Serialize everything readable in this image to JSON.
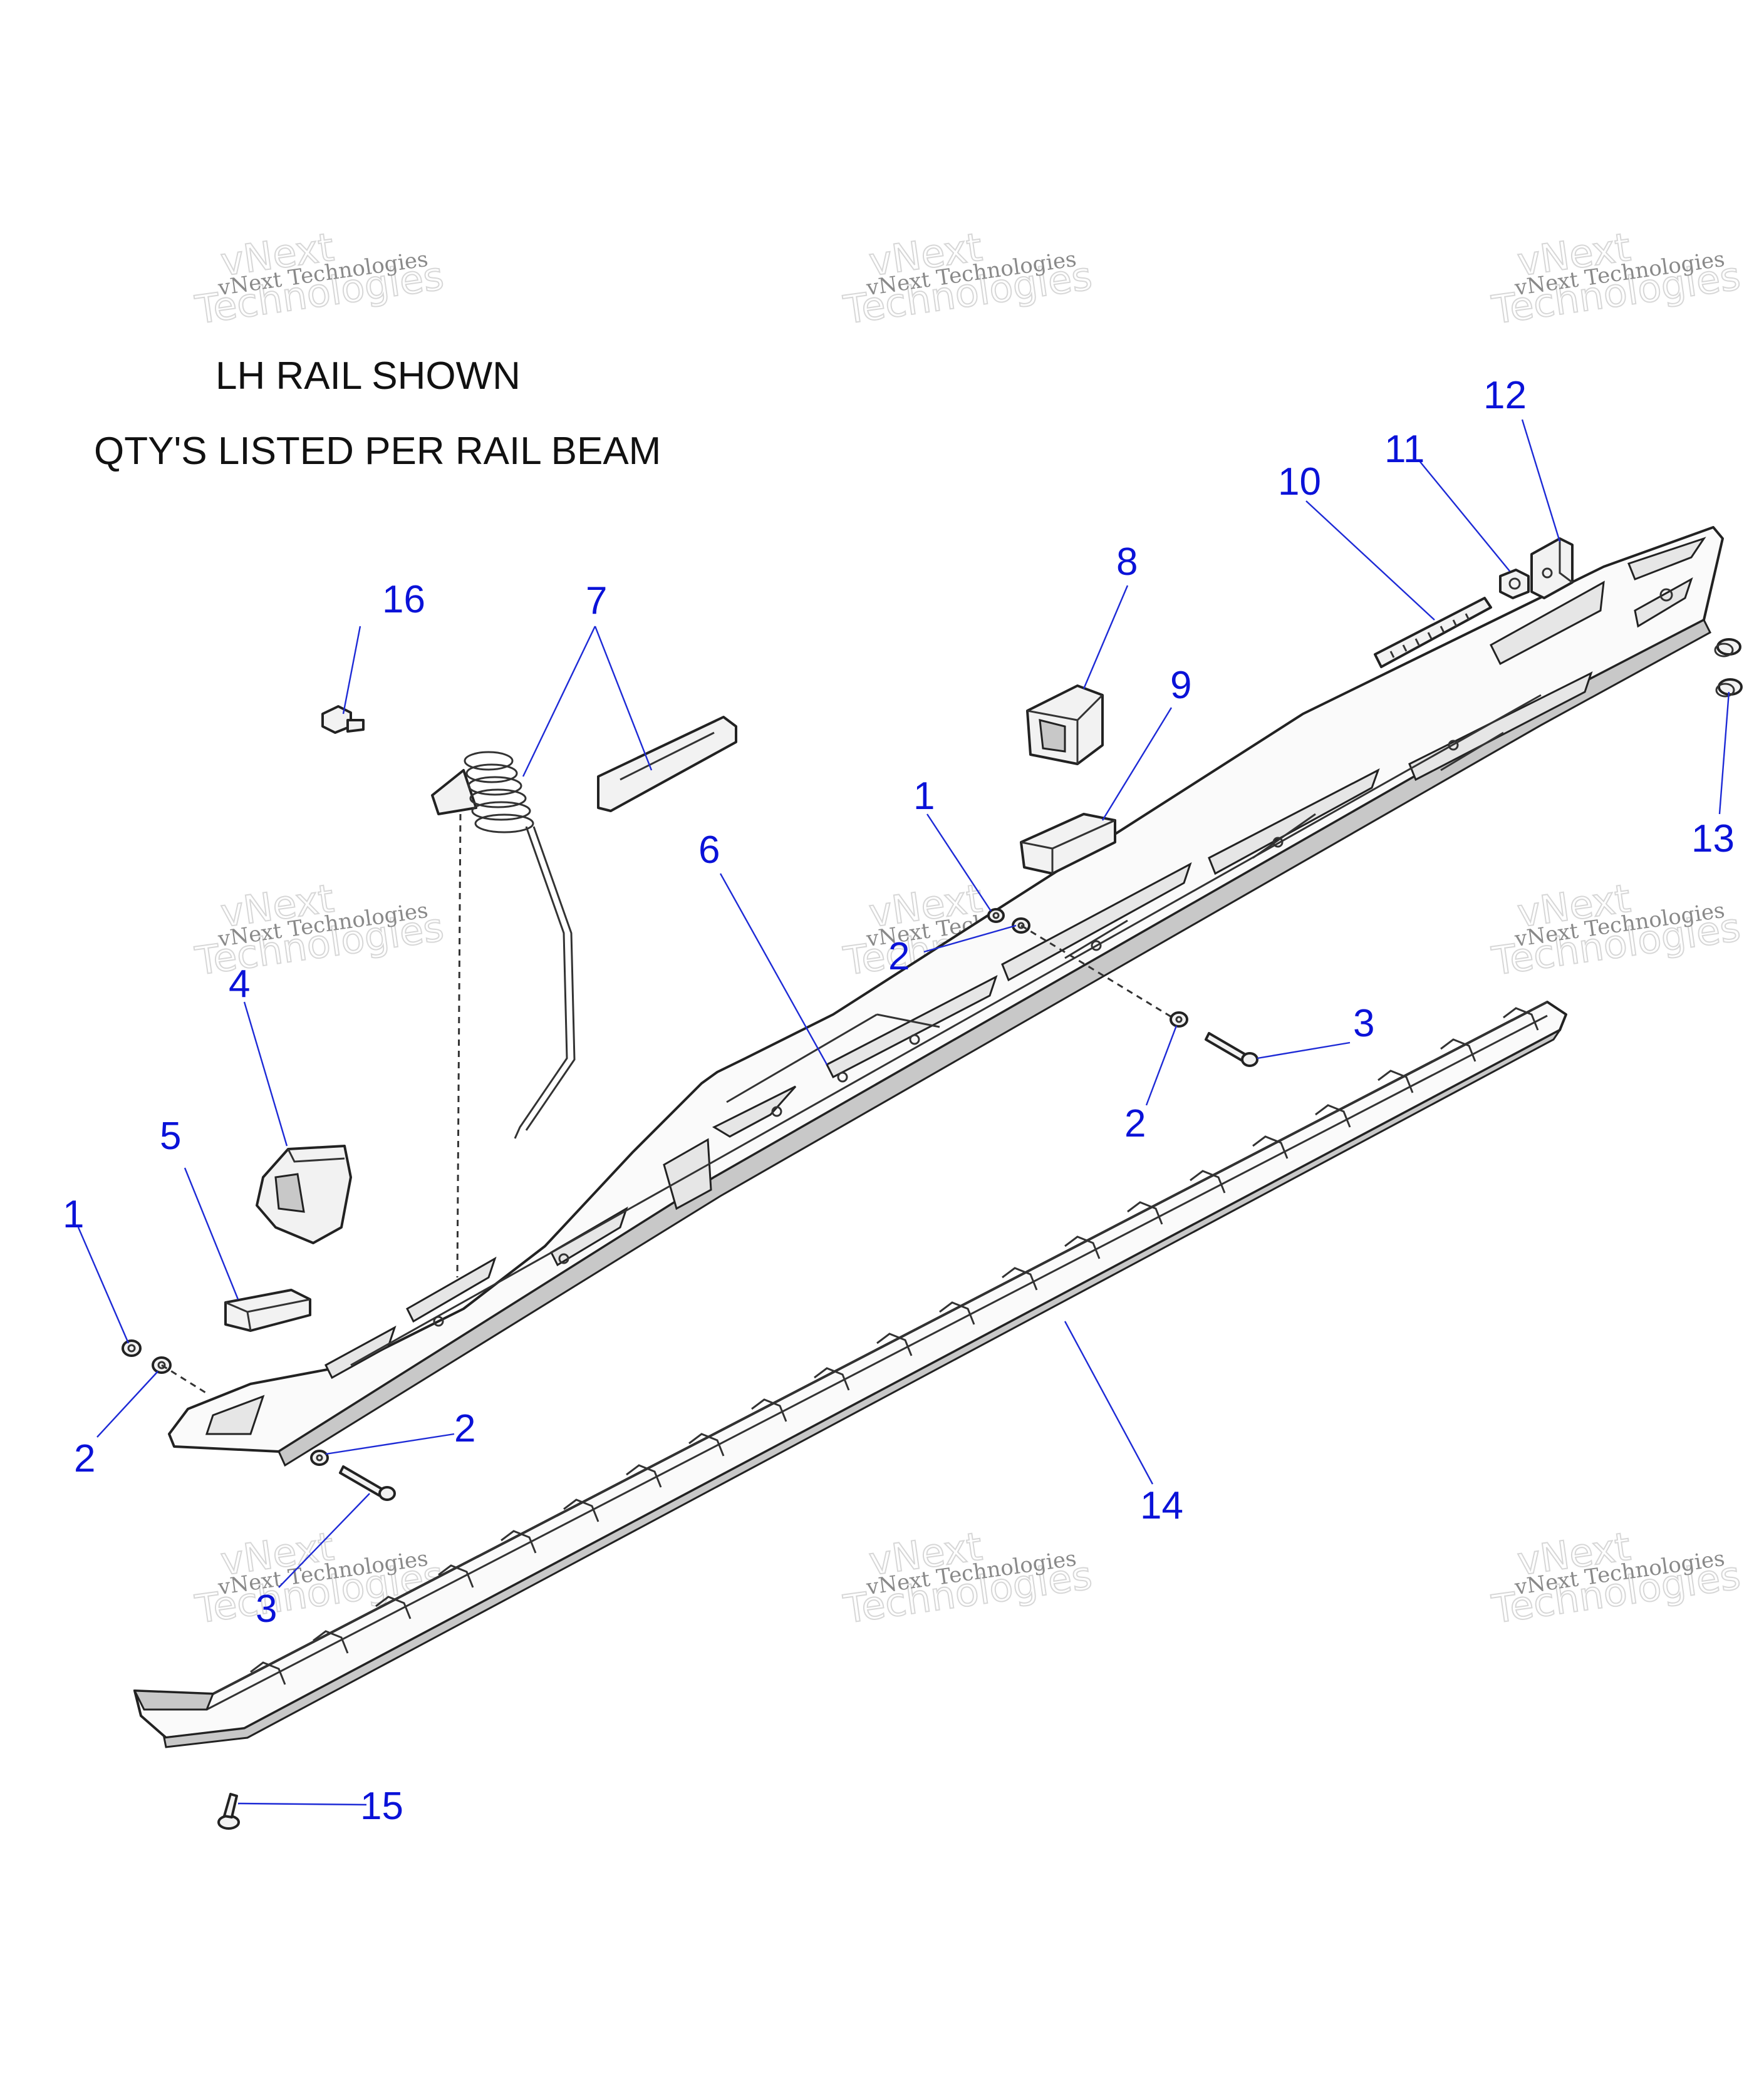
{
  "notes": {
    "line1": "LH RAIL SHOWN",
    "line2": "QTY'S LISTED PER RAIL BEAM"
  },
  "watermark": {
    "line1": "vNext Technologies",
    "big_line1": "vNext",
    "big_line2": "Technologies"
  },
  "callouts": {
    "c1a": "1",
    "c1b": "1",
    "c2a": "2",
    "c2b": "2",
    "c2c": "2",
    "c2d": "2",
    "c3a": "3",
    "c3b": "3",
    "c4": "4",
    "c5": "5",
    "c6": "6",
    "c7": "7",
    "c8": "8",
    "c9": "9",
    "c10": "10",
    "c11": "11",
    "c12": "12",
    "c13": "13",
    "c14": "14",
    "c15": "15",
    "c16": "16"
  },
  "colors": {
    "callout": "#0a12d8",
    "line_art": "#222222",
    "background": "#ffffff"
  }
}
